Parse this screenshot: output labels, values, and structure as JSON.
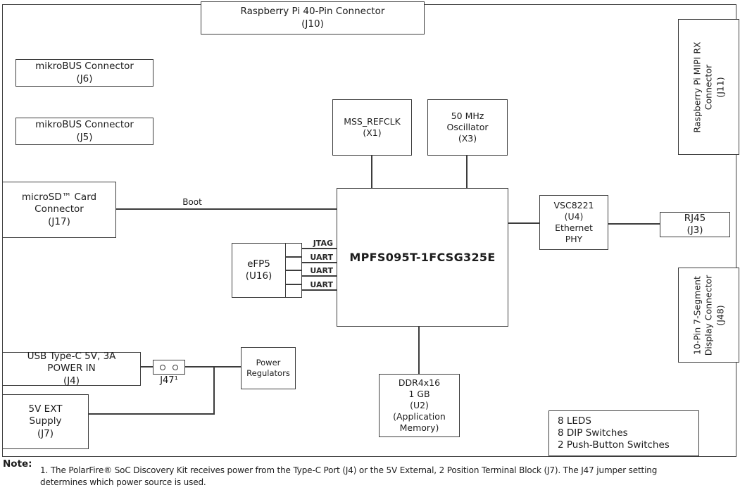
{
  "figure": {
    "title_implicit": "PolarFire SoC Discovery Kit Block Diagram",
    "blocks": {
      "j10": "Raspberry Pi 40-Pin Connector\n(J10)",
      "j6": "mikroBUS Connector\n(J6)",
      "j5": "mikroBUS Connector\n(J5)",
      "j17": "microSD™ Card\nConnector\n(J17)",
      "x1": "MSS_REFCLK\n(X1)",
      "x3": "50 MHz\nOscillator\n(X3)",
      "mpfs": "MPFS095T-1FCSG325E",
      "efp5": "eFP5\n(U16)",
      "vsc": "VSC8221\n(U4)\nEthernet\nPHY",
      "rj45": "RJ45\n(J3)",
      "mipi": "Raspberry Pi MIPI RX\nConnector\n(J11)",
      "seg7": "10-Pin 7-Segment\nDisplay Connector\n(J48)",
      "j4": "USB Type-C 5V, 3A\nPOWER IN\n(J4)",
      "j7": "5V EXT\nSupply\n(J7)",
      "pwr": "Power\nRegulators",
      "ddr": "DDR4x16\n1 GB\n(U2)\n(Application\nMemory)",
      "io": "8 LEDS\n8 DIP Switches\n2 Push-Button Switches"
    },
    "wires": {
      "boot": "Boot",
      "jtag": "JTAG",
      "uart1": "UART",
      "uart2": "UART",
      "uart3": "UART",
      "j47": "J47¹"
    },
    "note": {
      "heading": "Note:",
      "line1": "1. The PolarFire® SoC Discovery Kit receives power from the Type-C Port (J4) or the 5V External, 2 Position Terminal Block (J7). The J47 jumper setting",
      "line2": "determines which power source is used."
    },
    "colors": {
      "line": "#3c3c3c",
      "text": "#1c1c1c",
      "background": "#ffffff"
    }
  }
}
